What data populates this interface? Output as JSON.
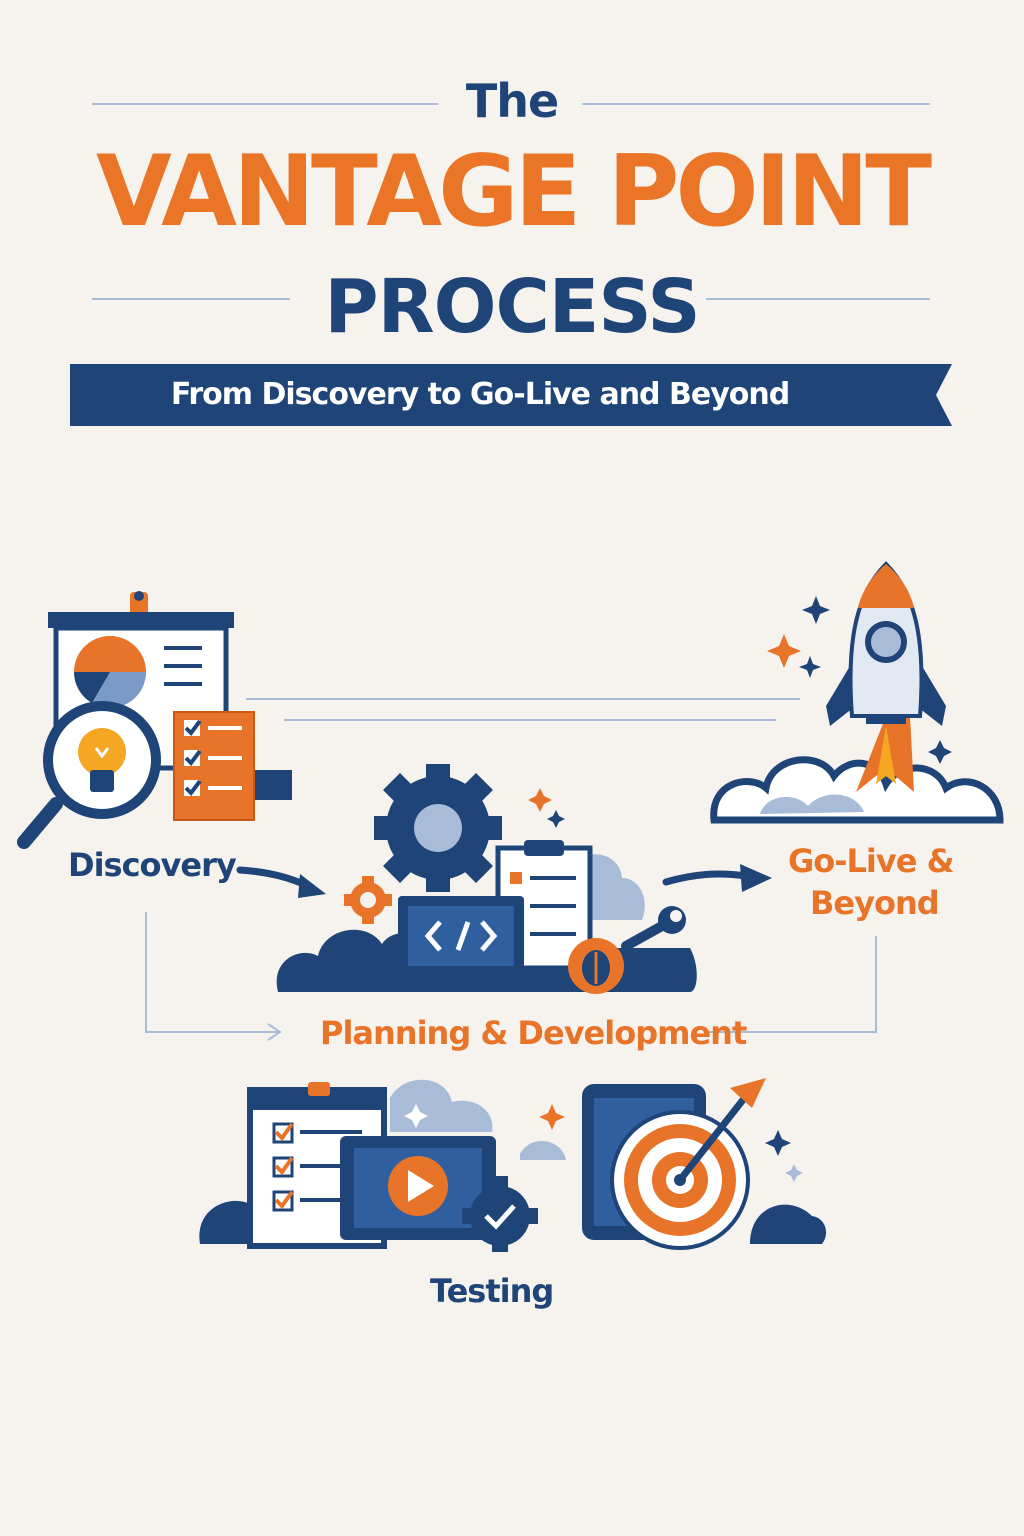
{
  "header": {
    "title_prefix": "The",
    "title_main": "VANTAGE POINT",
    "title_suffix": "PROCESS",
    "subtitle": "From Discovery to Go-Live and Beyond"
  },
  "stages": {
    "discovery": "Discovery",
    "go_live_line1": "Go-Live &",
    "go_live_line2": "Beyond",
    "planning": "Planning & Development",
    "testing": "Testing"
  },
  "icons": {
    "discovery": [
      "presentation-board-icon",
      "pie-chart-icon",
      "magnifier-lightbulb-icon",
      "checklist-icon"
    ],
    "go_live": [
      "rocket-icon",
      "cloud-icon",
      "sparkle-icon"
    ],
    "planning": [
      "gear-icon",
      "laptop-code-icon",
      "clipboard-checklist-icon",
      "bug-icon",
      "wrench-icon"
    ],
    "testing": [
      "checklist-window-icon",
      "video-play-icon",
      "gear-check-icon",
      "tablet-target-icon"
    ]
  },
  "colors": {
    "navy": "#1e4478",
    "orange": "#ea7526",
    "light_blue": "#a8bcd8",
    "background": "#f6f3ef"
  }
}
